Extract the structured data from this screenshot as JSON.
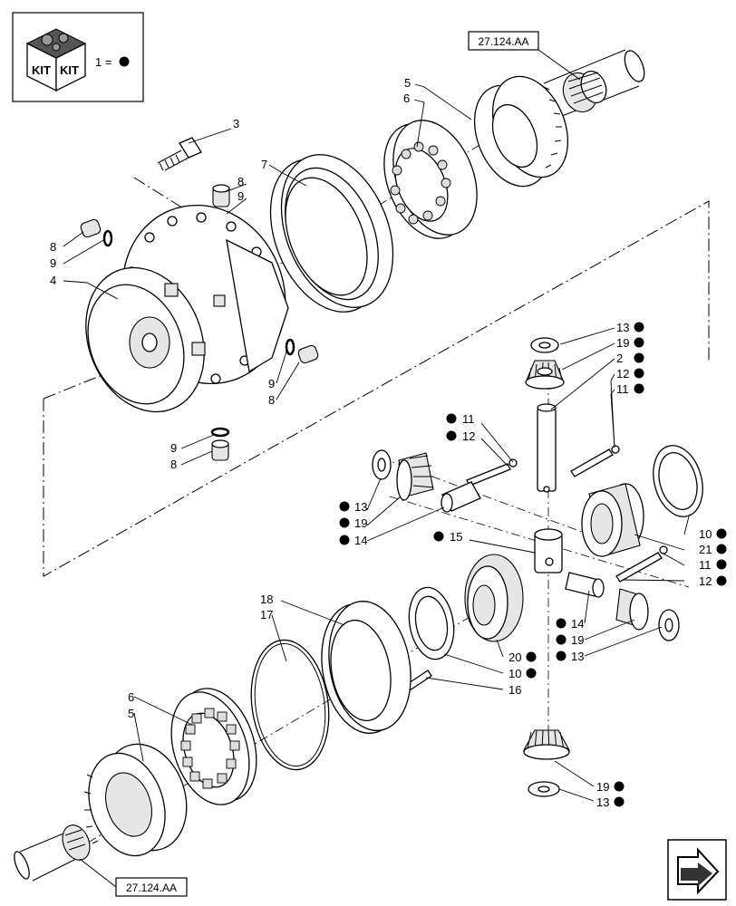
{
  "legend": {
    "equals": "1 =",
    "kit_text_left": "KIT",
    "kit_text_right": "KIT"
  },
  "references": {
    "top": "27.124.AA",
    "bottom": "27.124.AA"
  },
  "callouts": {
    "c3": "3",
    "c5a": "5",
    "c6a": "6",
    "c7": "7",
    "c8a": "8",
    "c9a": "9",
    "c8b": "8",
    "c9b": "9",
    "c4": "4",
    "c9c": "9",
    "c8c": "8",
    "c9d": "9",
    "c8d": "8",
    "c13a": "13",
    "c19a": "19",
    "c2": "2",
    "c12a": "12",
    "c11a": "11",
    "c11b": "11",
    "c12b": "12",
    "c13b": "13",
    "c19b": "19",
    "c14a": "14",
    "c15": "15",
    "c10a": "10",
    "c21": "21",
    "c11c": "11",
    "c12c": "12",
    "c18": "18",
    "c17": "17",
    "c14b": "14",
    "c19c": "19",
    "c13c": "13",
    "c20": "20",
    "c10b": "10",
    "c16": "16",
    "c6b": "6",
    "c5b": "5",
    "c19d": "19",
    "c13d": "13"
  },
  "icons": {
    "kit": "kit-box-icon",
    "nav": "next-page-arrow-icon",
    "marker": "kit-dot-icon"
  }
}
